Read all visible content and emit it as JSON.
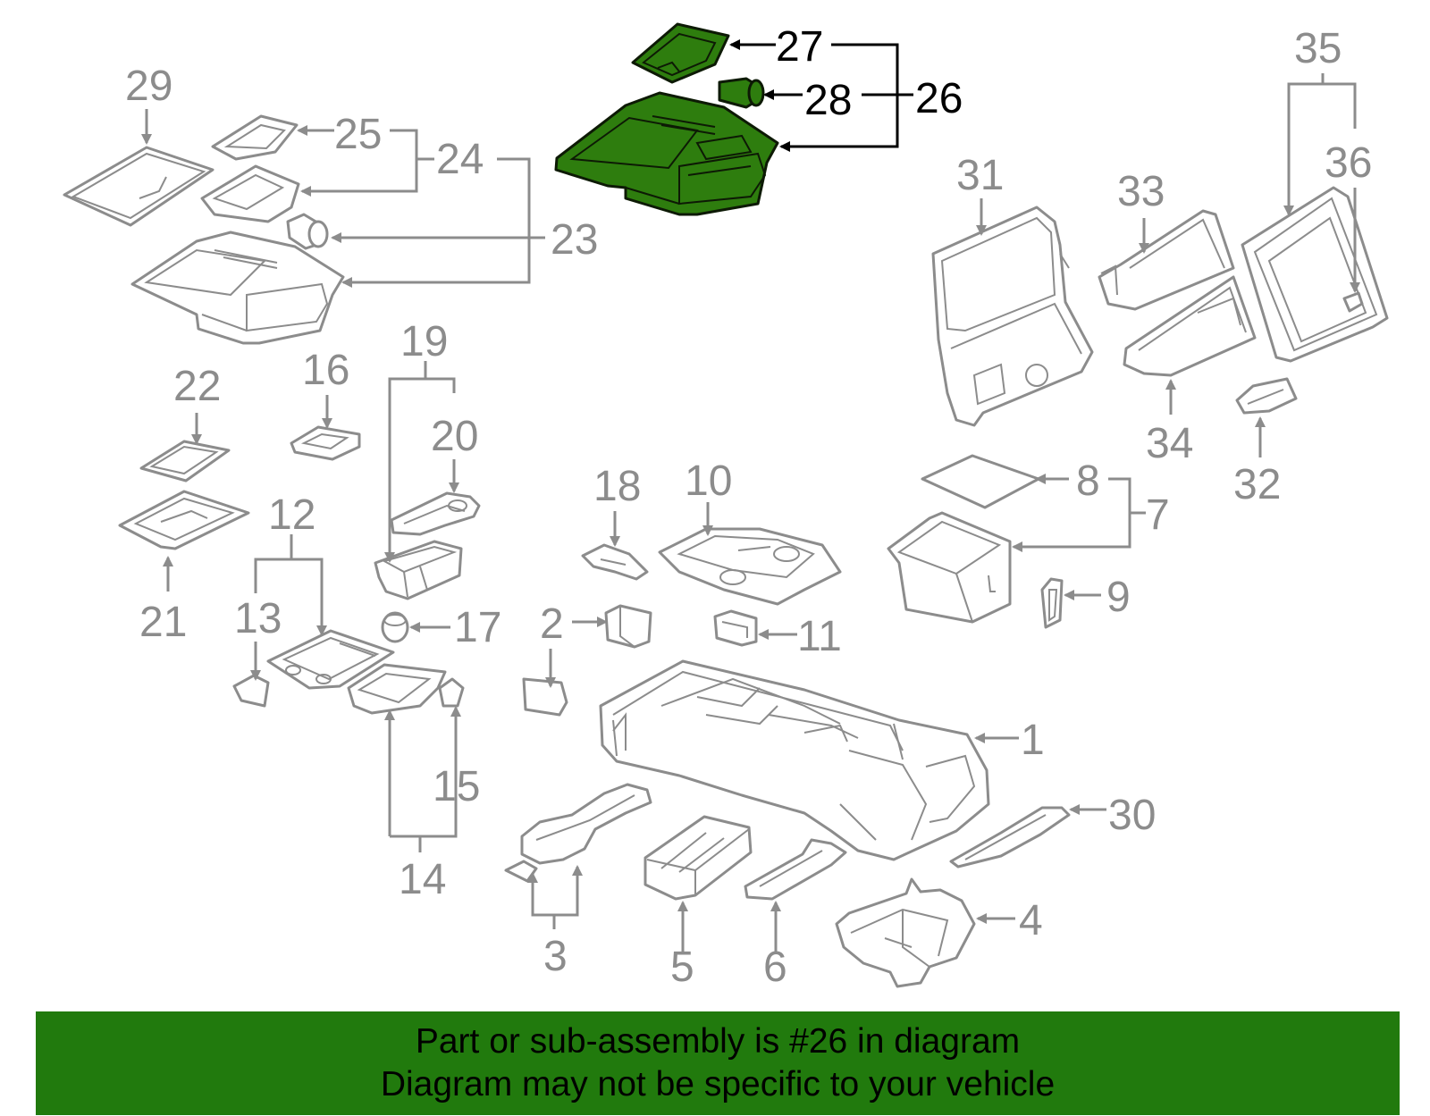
{
  "labels": {
    "l1": "1",
    "l2": "2",
    "l3": "3",
    "l4": "4",
    "l5": "5",
    "l6": "6",
    "l7": "7",
    "l8": "8",
    "l9": "9",
    "l10": "10",
    "l11": "11",
    "l12": "12",
    "l13": "13",
    "l14": "14",
    "l15": "15",
    "l16": "16",
    "l17": "17",
    "l18": "18",
    "l19": "19",
    "l20": "20",
    "l21": "21",
    "l22": "22",
    "l23": "23",
    "l24": "24",
    "l25": "25",
    "l26": "26",
    "l27": "27",
    "l28": "28",
    "l29": "29",
    "l30": "30",
    "l31": "31",
    "l32": "32",
    "l33": "33",
    "l34": "34",
    "l35": "35",
    "l36": "36"
  },
  "highlight": {
    "part_number": "26",
    "fill_color": "#2e7d0e"
  },
  "banner": {
    "line1": "Part or sub-assembly is #26 in diagram",
    "line2": "Diagram may not be specific to your vehicle",
    "background": "#217a0d"
  },
  "colors": {
    "part_stroke": "#8c8c8c",
    "label_text": "#8c8c8c",
    "highlight_text": "#000000"
  }
}
